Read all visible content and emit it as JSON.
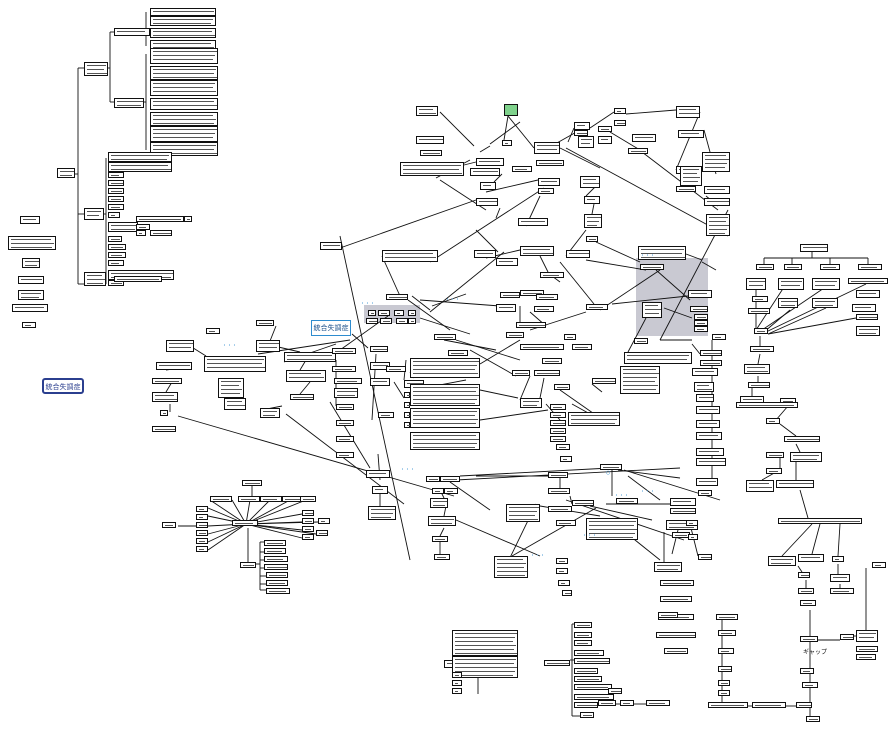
{
  "diagram": {
    "center_label": "統合失調症",
    "left_label": "統合失調症",
    "right_label": "ギャップ",
    "colors": {
      "box_border": "#111111",
      "link": "#111111",
      "accent": "#2e8ccf",
      "navy": "#2b3f8f",
      "highlight": "#7fd28c",
      "shade": "#c9c9d2"
    }
  }
}
